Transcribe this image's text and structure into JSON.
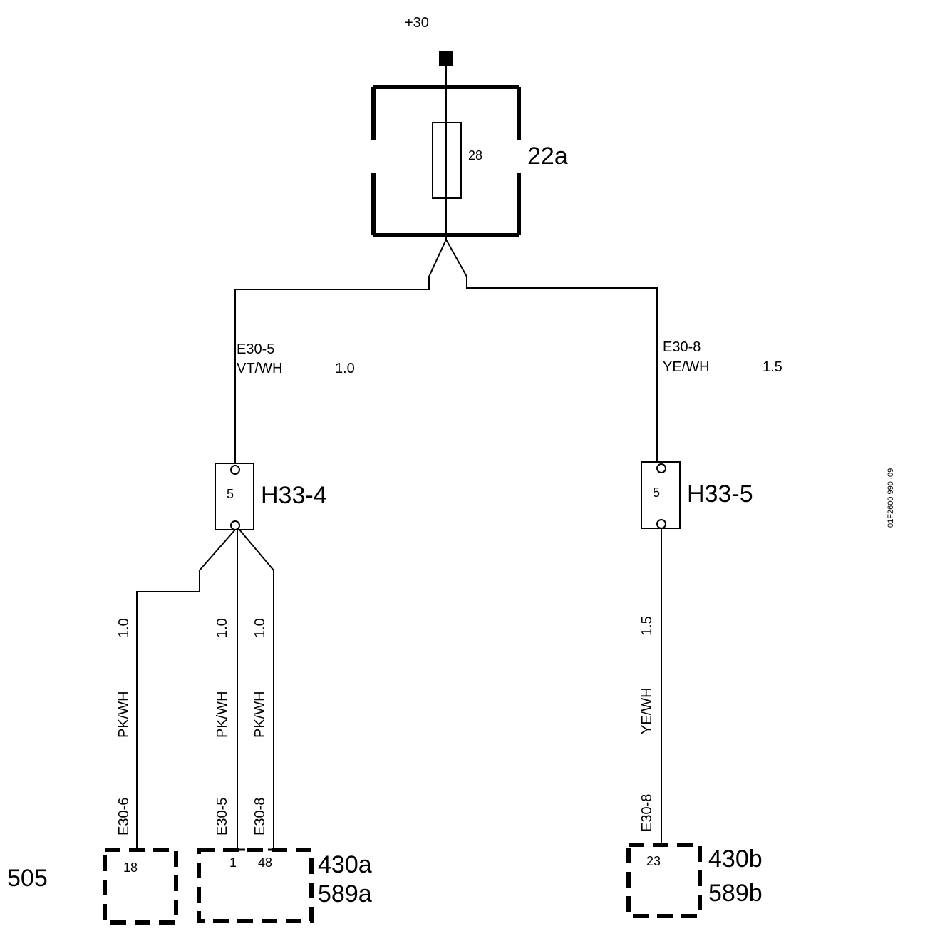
{
  "supply": {
    "label": "+30"
  },
  "fuse_box": {
    "id": "22a",
    "fuse_number": "28"
  },
  "wires_upper": [
    {
      "circuit": "E30-5",
      "color": "VT/WH",
      "size": "1.0"
    },
    {
      "circuit": "E30-8",
      "color": "YE/WH",
      "size": "1.5"
    }
  ],
  "connectors": [
    {
      "id": "H33-4",
      "pin": "5"
    },
    {
      "id": "H33-5",
      "pin": "5"
    }
  ],
  "wires_lower": [
    {
      "circuit": "E30-6",
      "color": "PK/WH",
      "size": "1.0"
    },
    {
      "circuit": "E30-5",
      "color": "PK/WH",
      "size": "1.0"
    },
    {
      "circuit": "E30-8",
      "color": "PK/WH",
      "size": "1.0"
    },
    {
      "circuit": "E30-8",
      "color": "YE/WH",
      "size": "1.5"
    }
  ],
  "components": {
    "c505": {
      "id": "505",
      "pin": "18"
    },
    "c430a": {
      "id1": "430a",
      "id2": "589a",
      "pins": [
        "1",
        "48"
      ]
    },
    "c430b": {
      "id1": "430b",
      "id2": "589b",
      "pin": "23"
    }
  },
  "drawing_code": "01F2600 990 I09"
}
